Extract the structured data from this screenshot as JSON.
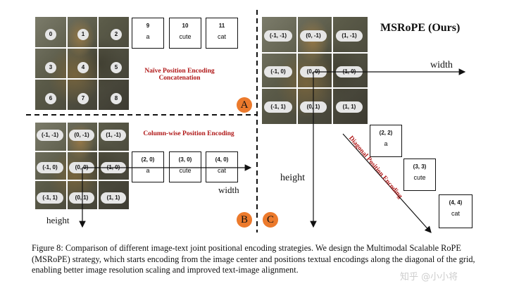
{
  "panel_a": {
    "title_line1": "Naïve Position Encoding",
    "title_line2": "Concatenation",
    "letter": "A",
    "grid_labels": [
      "0",
      "1",
      "2",
      "3",
      "4",
      "5",
      "6",
      "7",
      "8"
    ],
    "tokens": [
      {
        "index": "9",
        "word": "a"
      },
      {
        "index": "10",
        "word": "cute"
      },
      {
        "index": "11",
        "word": "cat"
      }
    ]
  },
  "panel_b": {
    "title": "Column-wise Position Encoding",
    "letter": "B",
    "grid_labels": [
      "(-1, -1)",
      "(0, -1)",
      "(1, -1)",
      "(-1, 0)",
      "(0, 0)",
      "(1, 0)",
      "(-1, 1)",
      "(0, 1)",
      "(1, 1)"
    ],
    "tokens": [
      {
        "index": "(2, 0)",
        "word": "a"
      },
      {
        "index": "(3, 0)",
        "word": "cute"
      },
      {
        "index": "(4, 0)",
        "word": "cat"
      }
    ],
    "width_label": "width",
    "height_label": "height"
  },
  "panel_c": {
    "title": "MSRoPE (Ours)",
    "letter": "C",
    "grid_labels": [
      "(-1, -1)",
      "(0, -1)",
      "(1, -1)",
      "(-1, 0)",
      "(0, 0)",
      "(1, 0)",
      "(-1, 1)",
      "(0, 1)",
      "(1, 1)"
    ],
    "tokens": [
      {
        "index": "(2, 2)",
        "word": "a"
      },
      {
        "index": "(3, 3)",
        "word": "cute"
      },
      {
        "index": "(4, 4)",
        "word": "cat"
      }
    ],
    "width_label": "width",
    "height_label": "height",
    "diagonal_label": "Diagonal Position Encoding"
  },
  "caption": "Figure 8: Comparison of different image-text joint positional encoding strategies. We design the Multimodal Scalable RoPE (MSRoPE) strategy, which starts encoding from the image center and positions textual encodings along the diagonal of the grid, enabling better image resolution scaling and improved text-image alignment.",
  "watermark": "知乎 @小小将"
}
